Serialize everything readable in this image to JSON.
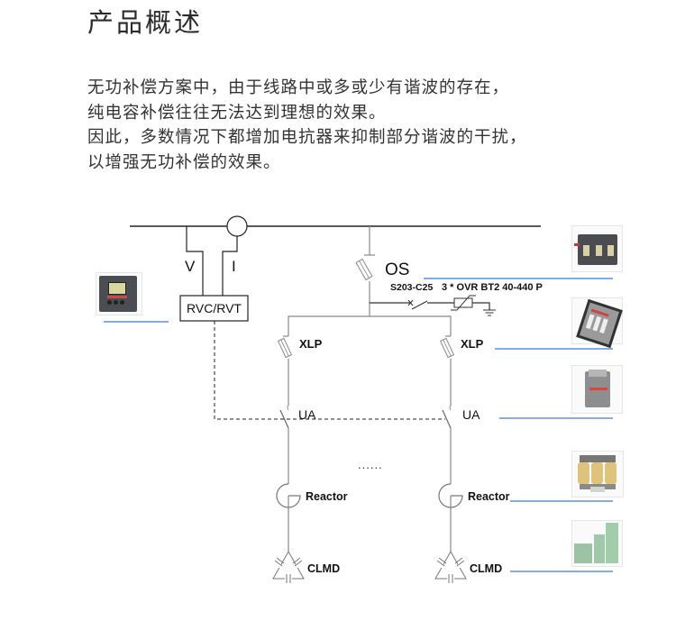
{
  "header": {
    "title": "产品概述"
  },
  "description": {
    "lines": [
      "无功补偿方案中，由于线路中或多或少有谐波的存在，",
      "纯电容补偿往往无法达到理想的效果。",
      "因此，多数情况下都增加电抗器来抑制部分谐波的干扰，",
      "以增强无功补偿的效果。"
    ]
  },
  "diagram": {
    "labels": {
      "voltage": "V",
      "current": "I",
      "controller": "RVC/RVT",
      "switch": "OS",
      "breaker": "S203-C25",
      "surge": "3 * OVR BT2 40-440 P",
      "fuse_left": "XLP",
      "fuse_right": "XLP",
      "contactor_left": "UA",
      "contactor_right": "UA",
      "ellipsis": "......",
      "reactor_left": "Reactor",
      "reactor_right": "Reactor",
      "capacitor_left": "CLMD",
      "capacitor_right": "CLMD"
    },
    "colors": {
      "line": "#222222",
      "branch": "#8a8a8a",
      "callout": "#3b7bd8"
    },
    "photos": [
      {
        "name": "controller-photo",
        "subject": "RVC/RVT power factor controller"
      },
      {
        "name": "switch-disconnector-photo",
        "subject": "OS switch disconnector"
      },
      {
        "name": "fuse-switch-photo",
        "subject": "XLP fuse switch"
      },
      {
        "name": "contactor-photo",
        "subject": "UA contactor"
      },
      {
        "name": "reactor-photo",
        "subject": "Reactor"
      },
      {
        "name": "capacitor-photo",
        "subject": "CLMD capacitors"
      }
    ]
  }
}
